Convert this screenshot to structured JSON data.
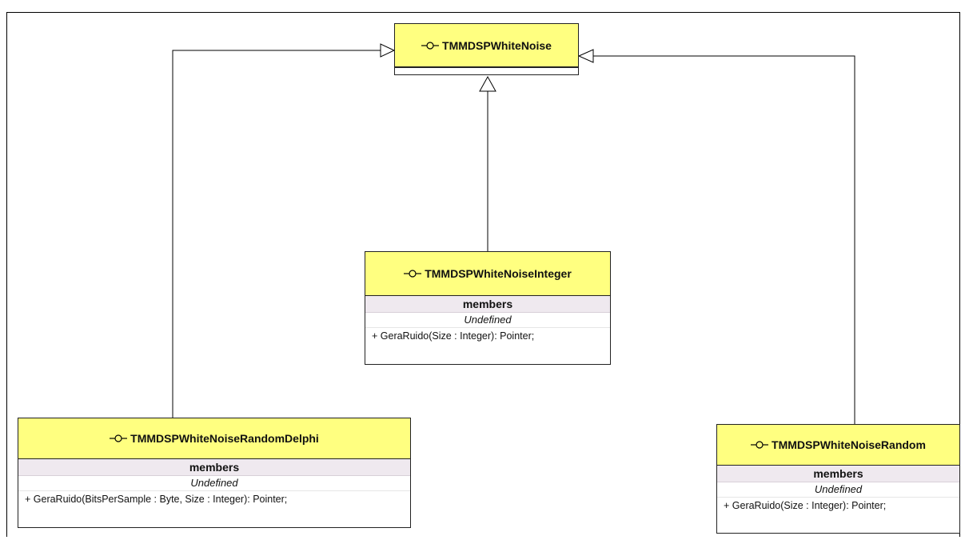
{
  "classes": {
    "root": {
      "name": "TMMDSPWhiteNoise"
    },
    "integer": {
      "name": "TMMDSPWhiteNoiseInteger",
      "section": "members",
      "undefined_label": "Undefined",
      "operation": "+ GeraRuido(Size : Integer): Pointer;"
    },
    "random_delphi": {
      "name": "TMMDSPWhiteNoiseRandomDelphi",
      "section": "members",
      "undefined_label": "Undefined",
      "operation": "+ GeraRuido(BitsPerSample : Byte, Size : Integer): Pointer;"
    },
    "random": {
      "name": "TMMDSPWhiteNoiseRandom",
      "section": "members",
      "undefined_label": "Undefined",
      "operation": "+ GeraRuido(Size : Integer): Pointer;"
    }
  },
  "colors": {
    "header_fill": "#ffff80",
    "section_fill": "#efe9ef",
    "line": "#000000"
  },
  "icon": "class-icon",
  "relationships": [
    {
      "type": "generalization",
      "from": "TMMDSPWhiteNoiseRandomDelphi",
      "to": "TMMDSPWhiteNoise"
    },
    {
      "type": "generalization",
      "from": "TMMDSPWhiteNoiseInteger",
      "to": "TMMDSPWhiteNoise"
    },
    {
      "type": "generalization",
      "from": "TMMDSPWhiteNoiseRandom",
      "to": "TMMDSPWhiteNoise"
    }
  ]
}
